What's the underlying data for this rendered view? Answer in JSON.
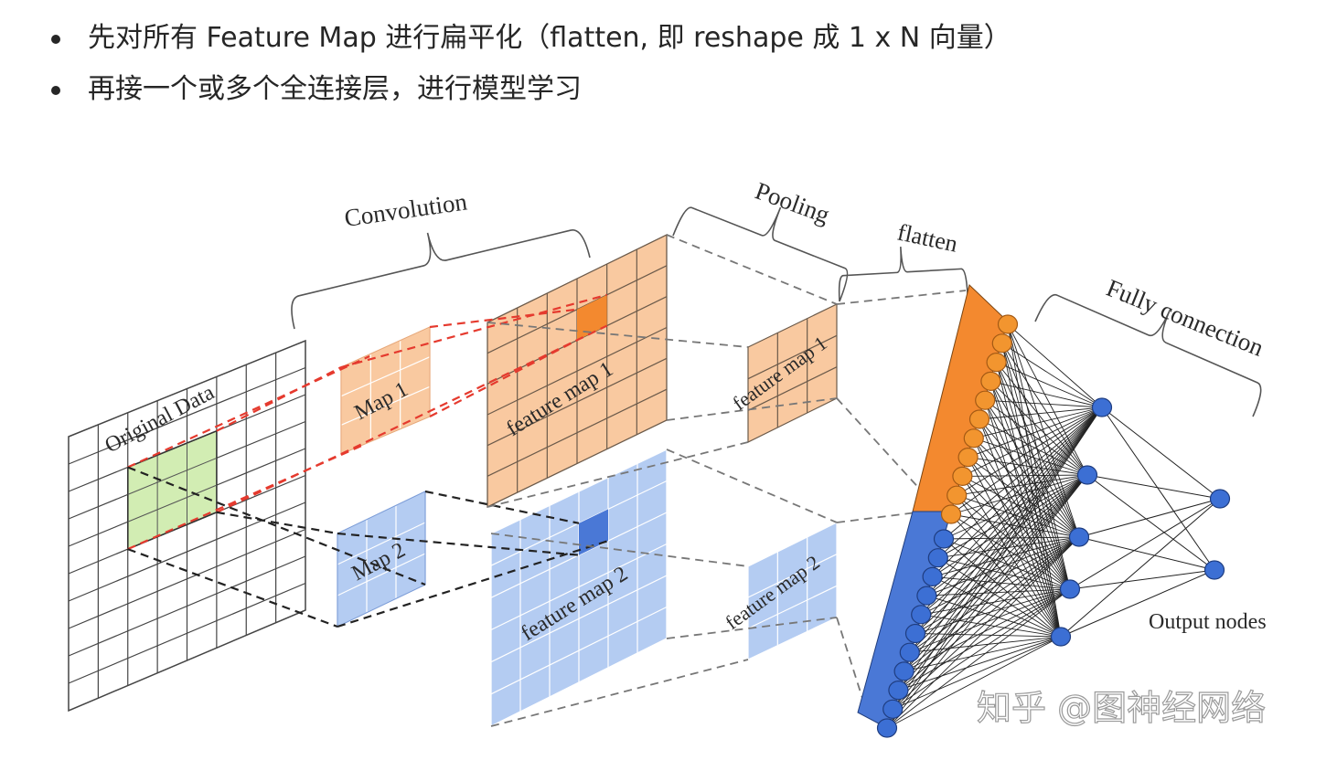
{
  "bullets": [
    "先对所有 Feature Map 进行扁平化（flatten, 即 reshape 成 1 x N 向量）",
    "再接一个或多个全连接层，进行模型学习"
  ],
  "diagram": {
    "labels": {
      "convolution": "Convolution",
      "pooling": "Pooling",
      "flatten": "flatten",
      "fully_connection": "Fully connection",
      "original_data": "Original Data",
      "map1": "Map 1",
      "map2": "Map 2",
      "feature_map1": "feature map 1",
      "feature_map2": "feature map 2",
      "pooled_map1": "feature map 1",
      "pooled_map2": "feature map 2",
      "output_nodes": "Output nodes"
    },
    "colors": {
      "orange_fill": "#f9c9a0",
      "orange_dark": "#f3892f",
      "blue_fill": "#b4ccf2",
      "blue_dark": "#4a78d6",
      "green_fill": "#d2edb3",
      "red_dash": "#e53a2e"
    },
    "network": {
      "flatten_orange_nodes": 11,
      "flatten_blue_nodes": 11,
      "hidden_nodes": 5,
      "output_nodes": 2
    }
  },
  "watermark": "知乎 @图神经网络"
}
